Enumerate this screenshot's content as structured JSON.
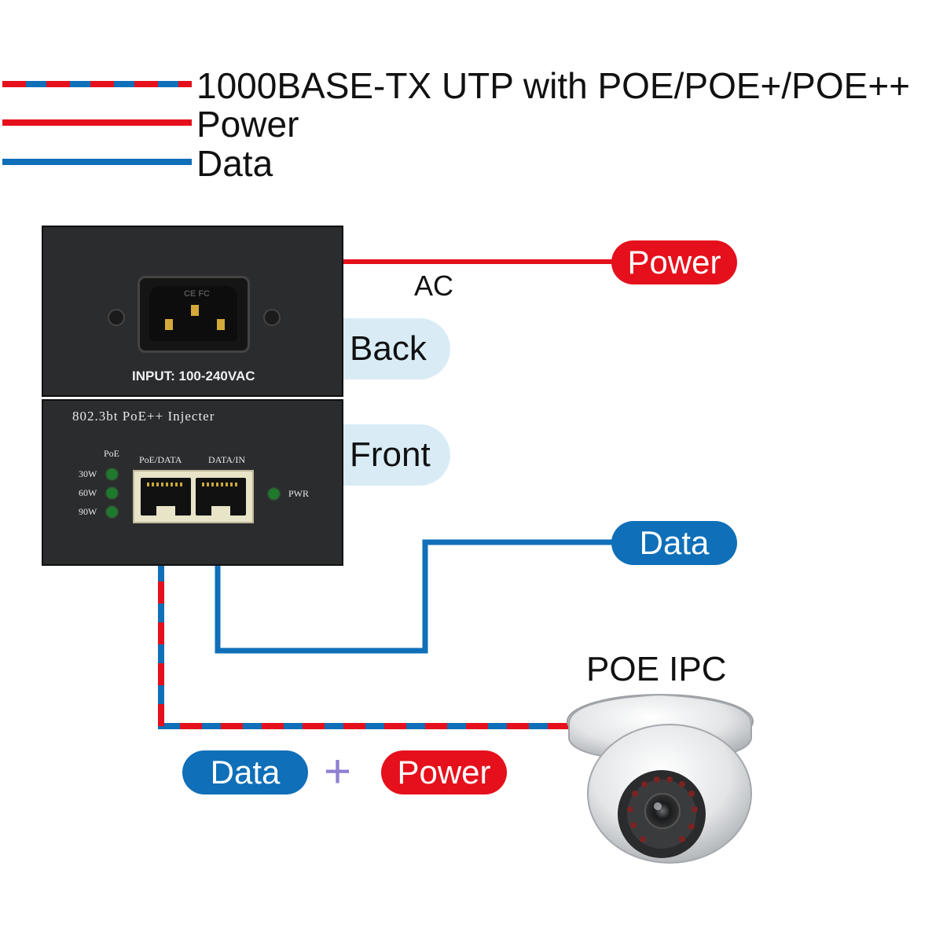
{
  "legend": {
    "items": [
      {
        "label": "1000BASE-TX UTP with POE/POE+/POE++",
        "style": "red-blue-dashed"
      },
      {
        "label": "Power",
        "style": "red"
      },
      {
        "label": "Data",
        "style": "blue"
      }
    ]
  },
  "colors": {
    "power": "#e5101c",
    "data": "#0f6fb8",
    "tab_bg": "#d9ecf6",
    "device": "#2b2c2e"
  },
  "device": {
    "back_label": "INPUT: 100-240VAC",
    "front_title": "802.3bt PoE++ Injecter",
    "poe_header": "PoE",
    "led_labels": [
      "30W",
      "60W",
      "90W"
    ],
    "port_labels": [
      "PoE/DATA",
      "DATA/IN"
    ],
    "pwr_label": "PWR",
    "socket_marks": "CE FC"
  },
  "tabs": {
    "back": "Back",
    "front": "Front"
  },
  "ac_label": "AC",
  "pills": {
    "power_top": "Power",
    "data_right": "Data",
    "data_bottom": "Data",
    "power_bottom": "Power"
  },
  "plus_sign": "+",
  "camera_label": "POE IPC"
}
